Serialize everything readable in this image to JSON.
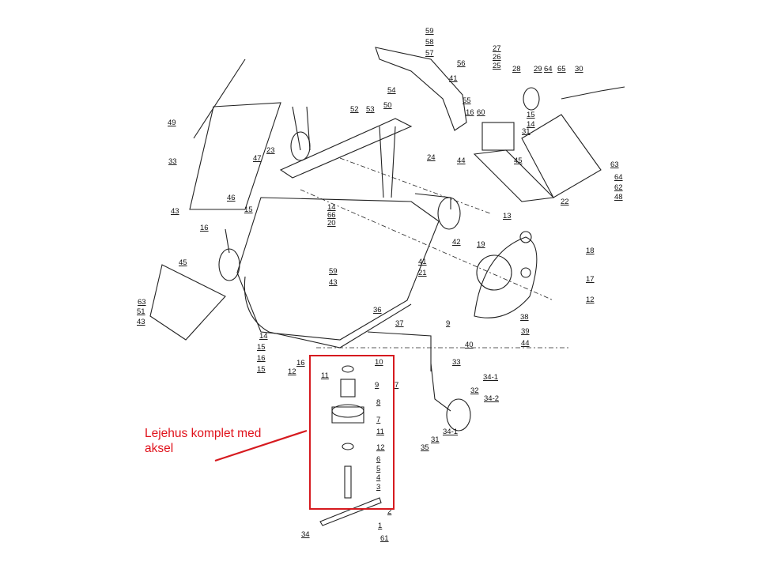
{
  "diagram": {
    "type": "exploded-parts-diagram",
    "colors": {
      "ink": "#222222",
      "highlight": "#d61a1f",
      "annotation_text": "#e0121b"
    },
    "callouts": [
      "59",
      "58",
      "57",
      "56",
      "41",
      "27",
      "26",
      "25",
      "28",
      "29",
      "64",
      "65",
      "30",
      "54",
      "55",
      "16",
      "60",
      "15",
      "14",
      "31",
      "52",
      "53",
      "50",
      "49",
      "33",
      "23",
      "24",
      "44",
      "45",
      "63",
      "64",
      "62",
      "48",
      "47",
      "46",
      "43",
      "16",
      "15",
      "14",
      "66",
      "20",
      "13",
      "42",
      "41",
      "21",
      "19",
      "18",
      "17",
      "12",
      "38",
      "39",
      "44",
      "45",
      "63",
      "51",
      "43",
      "59",
      "43",
      "36",
      "37",
      "9",
      "40",
      "14",
      "15",
      "16",
      "15",
      "16",
      "12",
      "11",
      "10",
      "9",
      "8",
      "7",
      "11",
      "12",
      "6",
      "5",
      "4",
      "3",
      "2",
      "1",
      "61",
      "34",
      "33",
      "34-1",
      "32",
      "34-2",
      "34-1",
      "31",
      "35",
      "7",
      "22"
    ],
    "highlight_box": {
      "label": "Lejehus komplet med aksel",
      "lines": [
        "Lejehus komplet med",
        "aksel"
      ]
    }
  }
}
